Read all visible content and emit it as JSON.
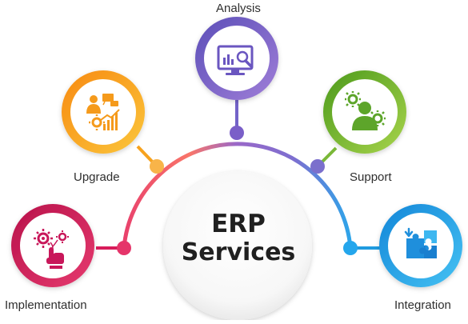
{
  "center": {
    "line1": "ERP",
    "line2": "Services"
  },
  "nodes": [
    {
      "label": "Implementation",
      "color": "#d81b5a",
      "icon": "gears-hand-icon"
    },
    {
      "label": "Upgrade",
      "color": "#f79a1e",
      "icon": "presentation-growth-icon"
    },
    {
      "label": "Analysis",
      "color": "#6a5ac1",
      "icon": "monitor-analysis-icon"
    },
    {
      "label": "Support",
      "color": "#6bb42d",
      "icon": "support-person-gears-icon"
    },
    {
      "label": "Integration",
      "color": "#1e9be0",
      "icon": "puzzle-integration-icon"
    }
  ]
}
